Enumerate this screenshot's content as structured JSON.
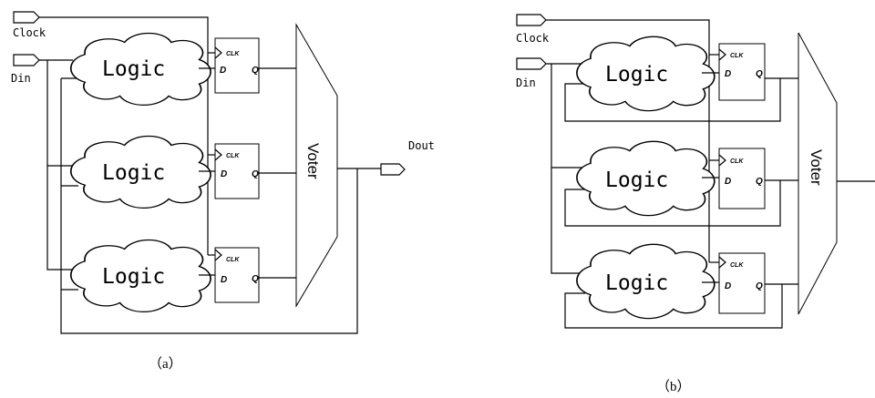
{
  "labels": {
    "clock": "Clock",
    "din": "Din",
    "dout": "Dout",
    "logic": "Logic",
    "voter": "Voter",
    "clk": "CLK",
    "d": "D",
    "q": "Q"
  },
  "captions": {
    "a": "（a）",
    "b": "（b）"
  }
}
